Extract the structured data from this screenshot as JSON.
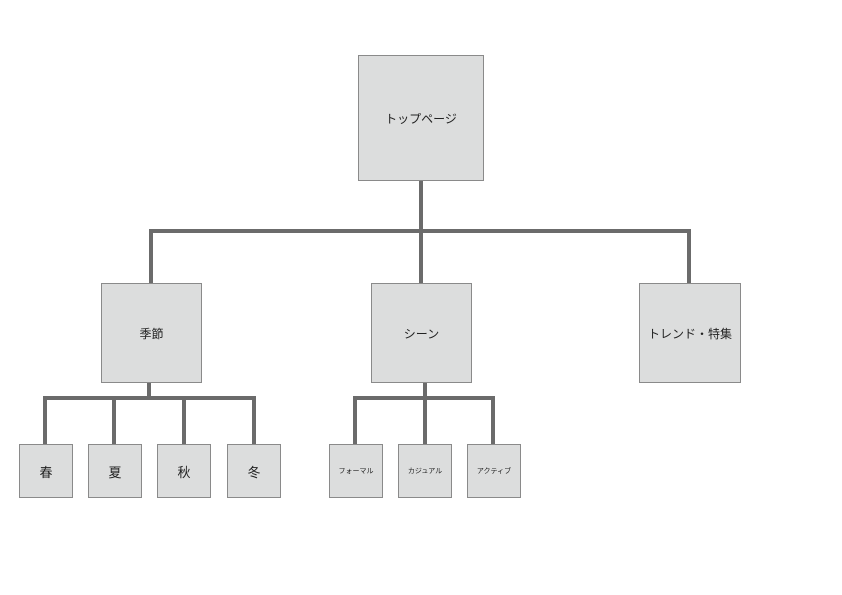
{
  "sitemap": {
    "root": {
      "label": "トップページ"
    },
    "categories": [
      {
        "label": "季節",
        "children": [
          "春",
          "夏",
          "秋",
          "冬"
        ]
      },
      {
        "label": "シーン",
        "children": [
          "フォーマル",
          "カジュアル",
          "アクティブ"
        ]
      },
      {
        "label": "トレンド・特集",
        "children": []
      }
    ]
  },
  "colors": {
    "box_fill": "#dcdddd",
    "box_border": "#8a8a8a",
    "connector": "#6b6b6b",
    "text": "#222222"
  }
}
